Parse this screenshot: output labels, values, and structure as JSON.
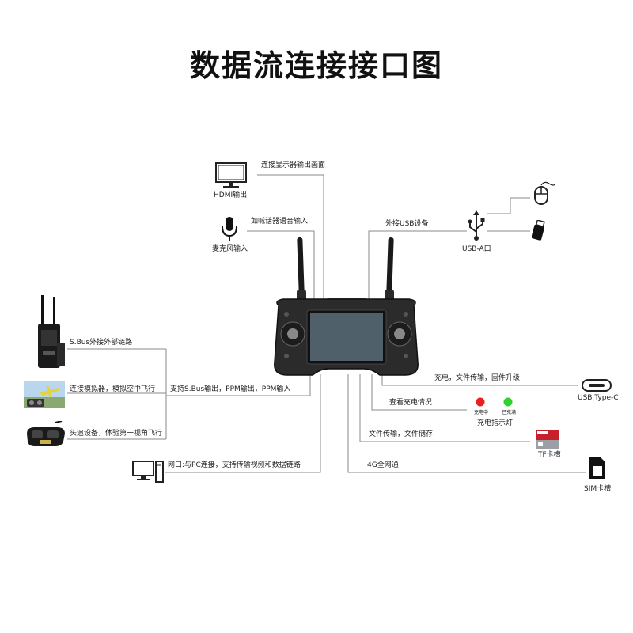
{
  "title": "数据流连接接口图",
  "labels": {
    "hdmi_desc": "连接显示器输出画面",
    "hdmi": "HDMI输出",
    "mic_desc": "如喊话器语音输入",
    "mic": "麦克风输入",
    "usb_a_desc": "外接USB设备",
    "usb_a": "USB-A口",
    "sbus_link": "S.Bus外接外部链路",
    "simulator": "连接模拟器，模拟空中飞行",
    "sbus_ppm": "支持S.Bus输出，PPM输出，PPM输入",
    "head_tracking": "头追设备，体验第一视角飞行",
    "ethernet": "网口:与PC连接，支持传输视频和数据链路",
    "typec_desc": "充电，文件传输，固件升级",
    "typec": "USB Type-C",
    "charge_check": "查看充电情况",
    "charging": "充电中",
    "charged": "已充满",
    "charge_led": "充电指示灯",
    "tf_desc": "文件传输，文件储存",
    "tf": "TF卡槽",
    "sim_desc": "4G全网通",
    "sim": "SIM卡槽"
  },
  "icons": [
    "monitor-icon",
    "microphone-icon",
    "usb-icon",
    "mouse-icon",
    "usb-stick-icon",
    "radio-module-icon",
    "simulator-image",
    "fpv-goggles-icon",
    "pc-icon",
    "type-c-icon",
    "sd-card-icon",
    "sim-card-icon",
    "remote-controller"
  ],
  "colors": {
    "line": "#8a8a8a",
    "led_red": "#e8201e",
    "led_green": "#2fd22f",
    "sd_red": "#c81f2c"
  }
}
